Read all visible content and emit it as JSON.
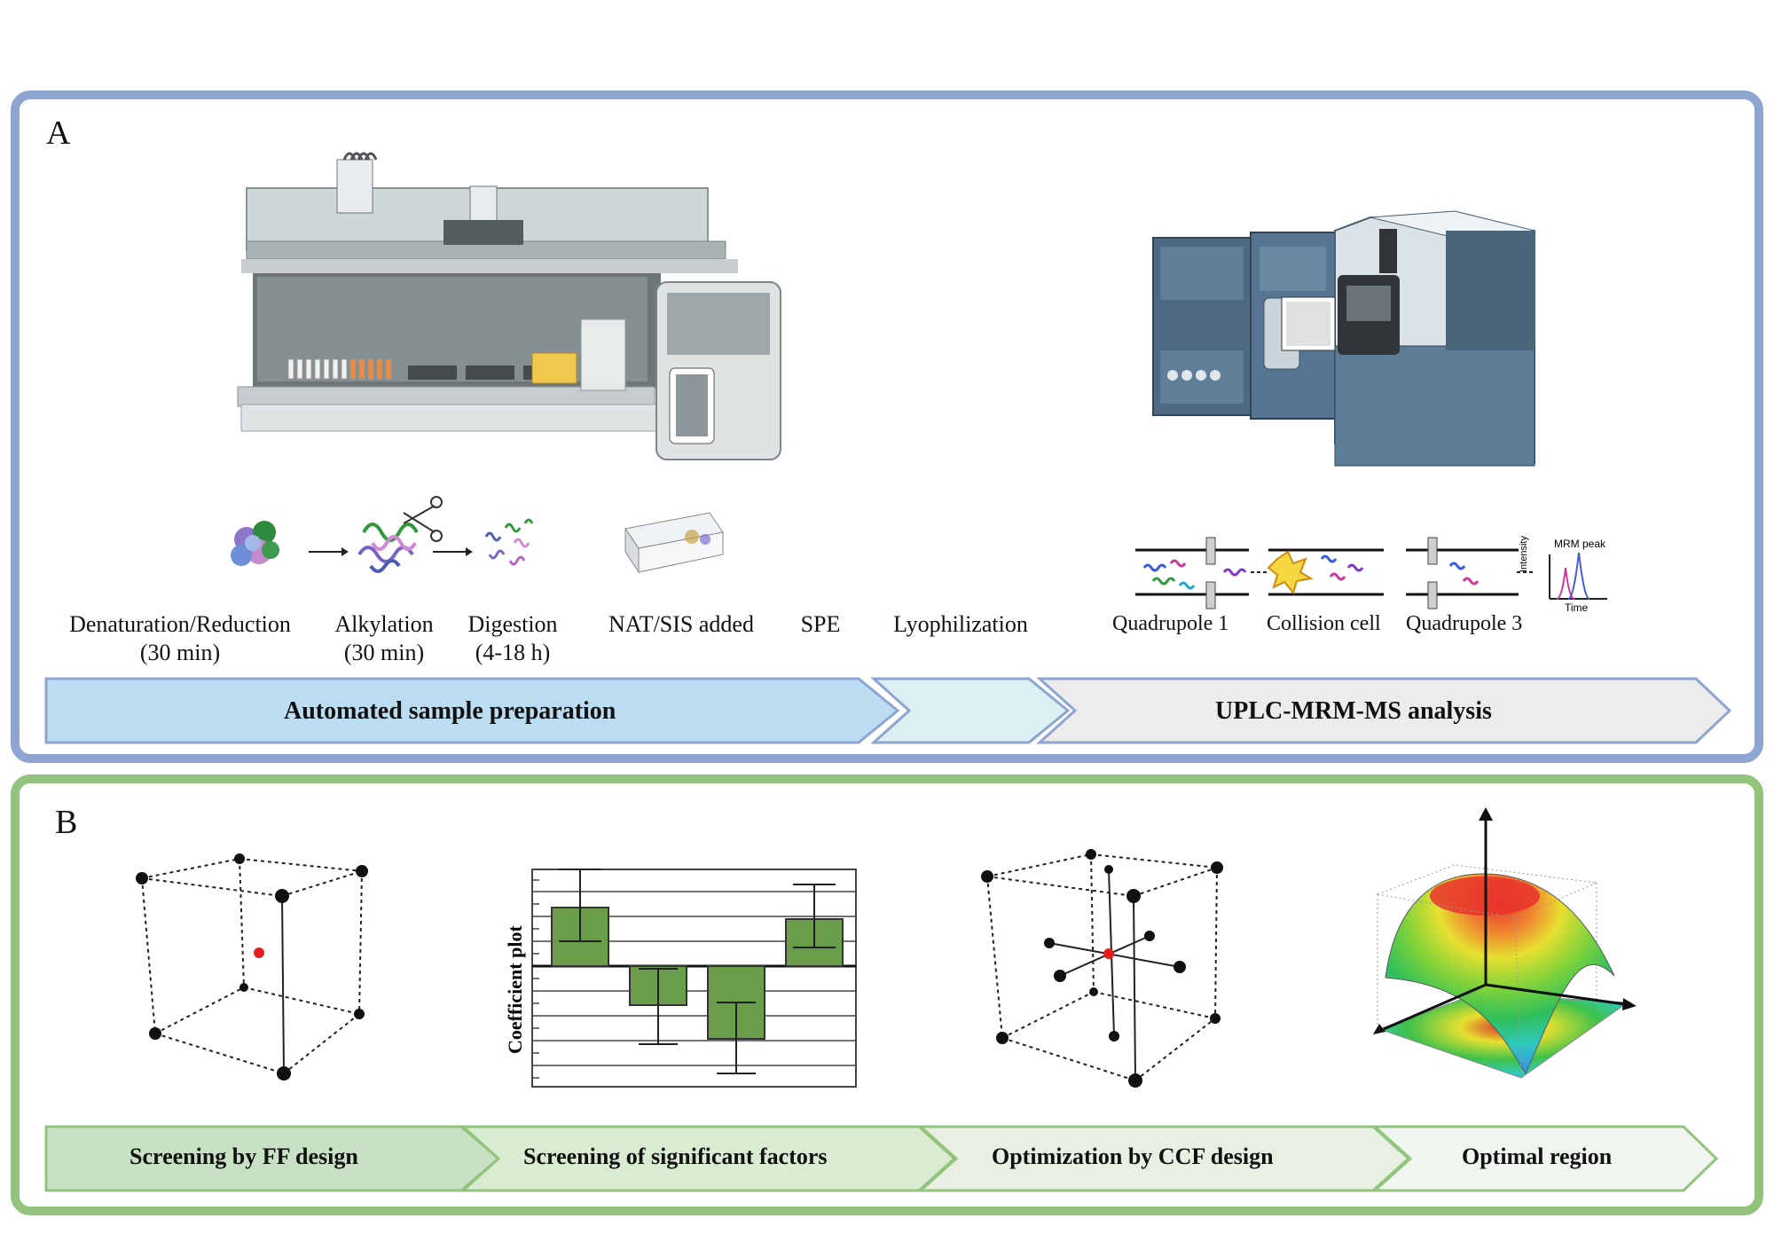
{
  "panel_a": {
    "label": "A",
    "steps": [
      {
        "name": "Denaturation/Reduction",
        "time": "(30 min)"
      },
      {
        "name": "Alkylation",
        "time": "(30 min)"
      },
      {
        "name": "Digestion",
        "time": "(4-18 h)"
      },
      {
        "name": "NAT/SIS added",
        "time": ""
      },
      {
        "name": "SPE",
        "time": ""
      },
      {
        "name": "Lyophilization",
        "time": ""
      }
    ],
    "ms_stages": [
      "Quadrupole 1",
      "Collision cell",
      "Quadrupole 3"
    ],
    "mrm_chart": {
      "peak_label": "MRM peak",
      "y_label": "Intensity",
      "x_label": "Time"
    },
    "banners": [
      "Automated sample preparation",
      "UPLC-MRM-MS analysis"
    ]
  },
  "panel_b": {
    "label": "B",
    "coef_plot": {
      "y_label": "Coefficient plot"
    },
    "banners": [
      "Screening by FF design",
      "Screening of significant factors",
      "Optimization by CCF design",
      "Optimal region"
    ]
  },
  "colors": {
    "panel_a_border": "#8ea5d2",
    "panel_b_border": "#93c47d",
    "banner_a1": "#bcdcf2",
    "banner_a2": "#daf0f3",
    "banner_a3": "#ececec",
    "bar_fill": "#6a9d4a",
    "center_point": "#e02020"
  }
}
